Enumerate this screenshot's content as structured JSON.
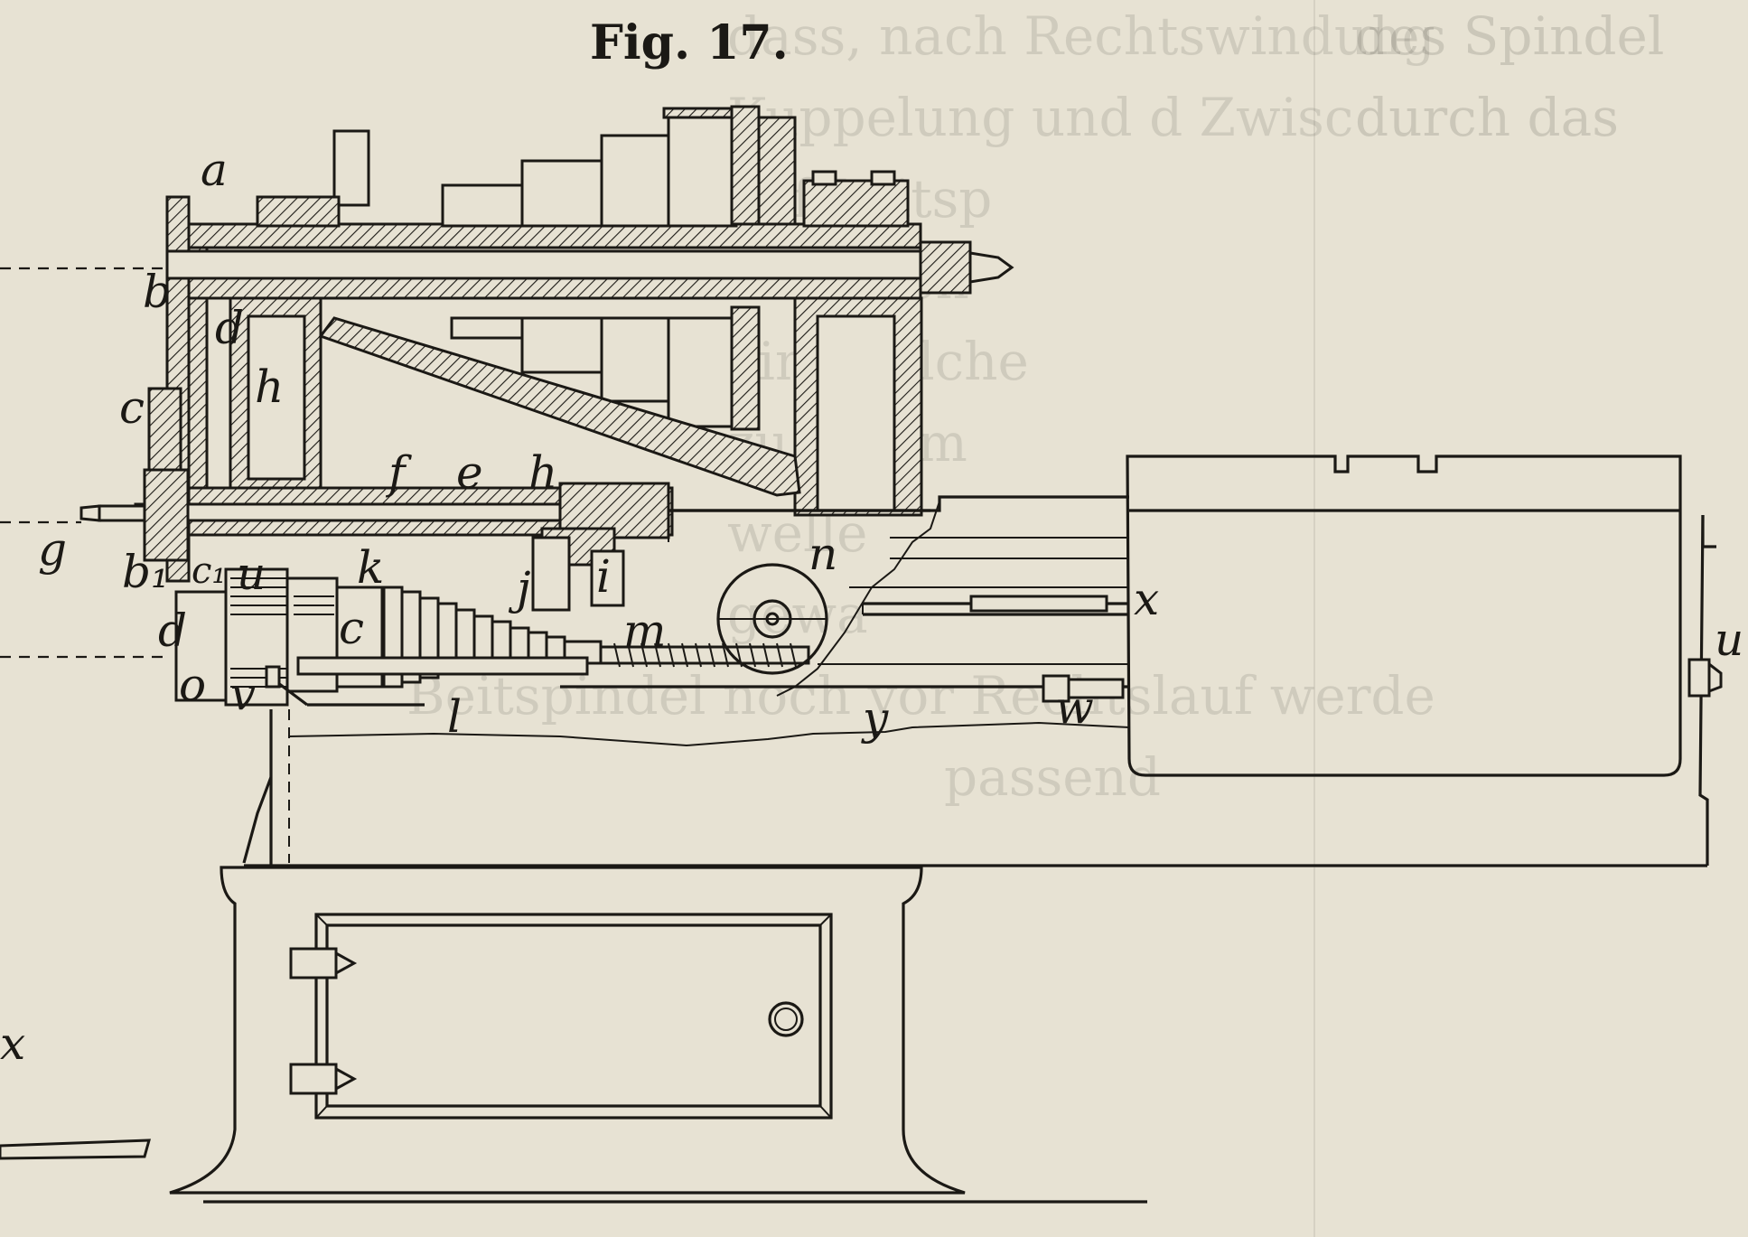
{
  "figure": {
    "title": "Fig. 17."
  },
  "labels": {
    "a": "a",
    "b": "b",
    "b1": "b₁",
    "c": "c",
    "c1": "c₁",
    "d": "d",
    "e": "e",
    "f": "f",
    "g": "g",
    "h_upper": "h",
    "h_lower": "h",
    "i": "i",
    "j": "j",
    "k": "k",
    "l": "l",
    "m": "m",
    "n": "n",
    "o": "o",
    "v": "v",
    "x": "x",
    "x_right": "x",
    "y": "y",
    "w": "w",
    "u": "u",
    "x_left": "x"
  },
  "bleed_through": {
    "left_lines": [
      "dass, nach Rechtswindung",
      "Kuppelung und d Zwisc",
      "auf Leitsp",
      "bestehen",
      "ein, welche",
      "zu einem",
      "welle",
      "gewa",
      "Beitspindel noch vor Rechtslauf werde",
      "passend"
    ],
    "right_lines": [
      "des Spindel",
      "durch das"
    ]
  }
}
